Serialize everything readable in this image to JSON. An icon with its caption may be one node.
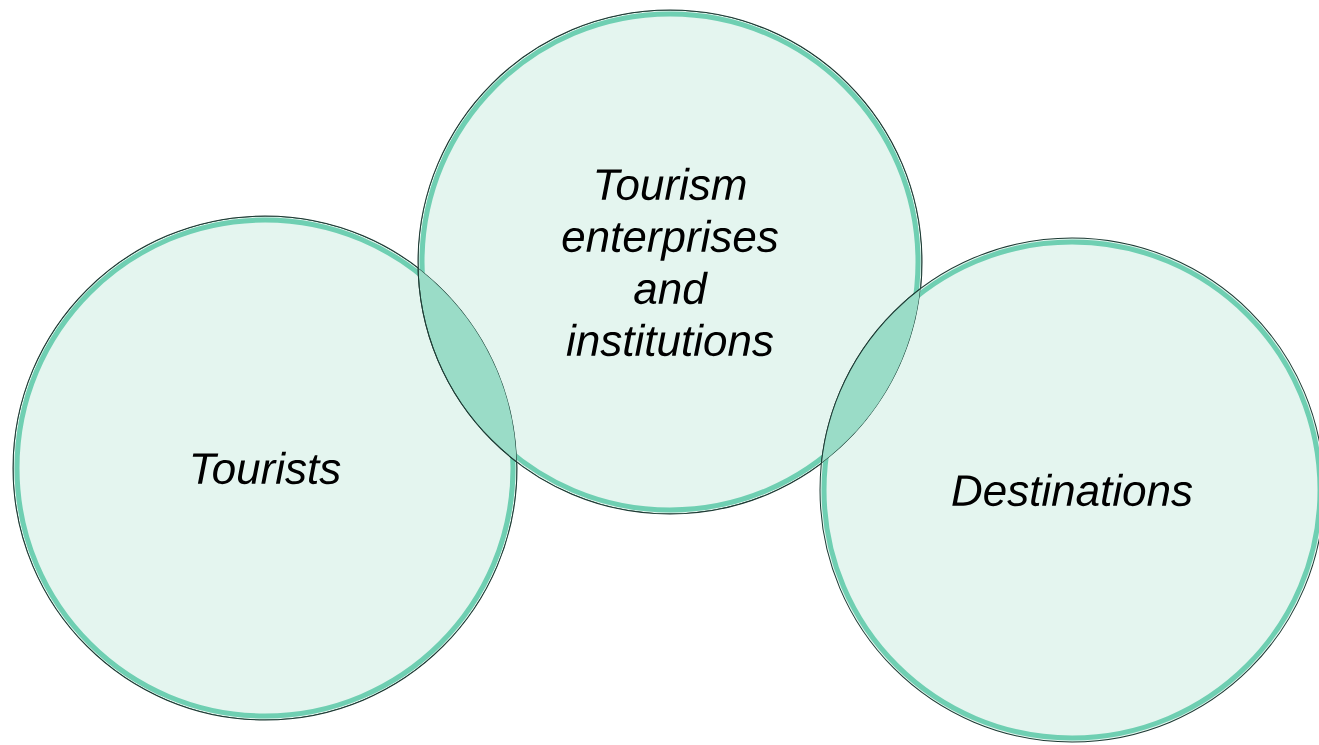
{
  "diagram": {
    "nodes": [
      {
        "text": [
          "Tourists"
        ]
      },
      {
        "text": [
          "Tourism enterprises and institutions"
        ]
      },
      {
        "text": [
          "Destinations"
        ]
      }
    ]
  }
}
